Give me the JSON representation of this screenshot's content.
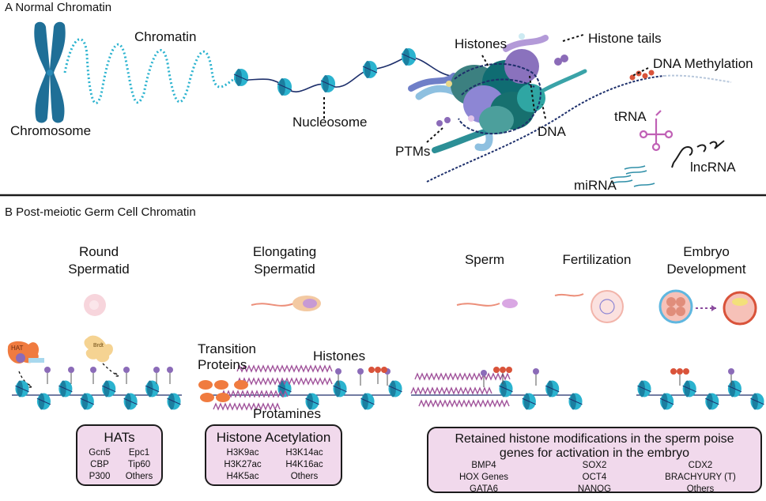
{
  "panel_a": {
    "title": "A   Normal Chromatin",
    "labels": {
      "chromatin": "Chromatin",
      "chromosome": "Chromosome",
      "nucleosome": "Nucleosome",
      "histones": "Histones",
      "histone_tails": "Histone tails",
      "dna_methylation": "DNA Methylation",
      "dna": "DNA",
      "ptms": "PTMs",
      "trna": "tRNA",
      "lncrna": "lncRNA",
      "mirna": "miRNA"
    }
  },
  "panel_b": {
    "title": "B   Post-meiotic Germ Cell Chromatin",
    "stages": {
      "round_spermatid": [
        "Round",
        "Spermatid"
      ],
      "elongating_spermatid": [
        "Elongating",
        "Spermatid"
      ],
      "sperm": "Sperm",
      "fertilization": "Fertilization",
      "embryo_development": [
        "Embryo",
        "Development"
      ]
    },
    "labels": {
      "transition_proteins": [
        "Transition",
        "Proteins"
      ],
      "histones": "Histones",
      "protamines": "Protamines",
      "hat": "HAT",
      "brd": "Brdt"
    },
    "boxes": {
      "hats": {
        "title": "HATs",
        "col1": [
          "Gcn5",
          "CBP",
          "P300"
        ],
        "col2": [
          "Epc1",
          "Tip60",
          "Others"
        ]
      },
      "acetylation": {
        "title": "Histone Acetylation",
        "col1": [
          "H3K9ac",
          "H3K27ac",
          "H4K5ac"
        ],
        "col2": [
          "H3K14ac",
          "H4K16ac",
          "Others"
        ]
      },
      "retained": {
        "title_line1": "Retained histone modifications in the sperm poise",
        "title_line2": "genes for activation in the embryo",
        "col1": [
          "BMP4",
          "HOX Genes",
          "GATA6"
        ],
        "col2": [
          "SOX2",
          "OCT4",
          "NANOG"
        ],
        "col3": [
          "CDX2",
          "BRACHYURY (T)",
          "Others"
        ]
      }
    }
  },
  "colors": {
    "nucleosome": "#2bb3cf",
    "nucleosome_dark": "#1b7fa0",
    "chromosome": "#1f6f97",
    "dna": "#1d2f6b",
    "ptm": "#8b6bb8",
    "methyl": "#d9533a",
    "protamine": "#a0529a",
    "transition": "#f07b3f",
    "box_fill": "#f1d9ec"
  }
}
